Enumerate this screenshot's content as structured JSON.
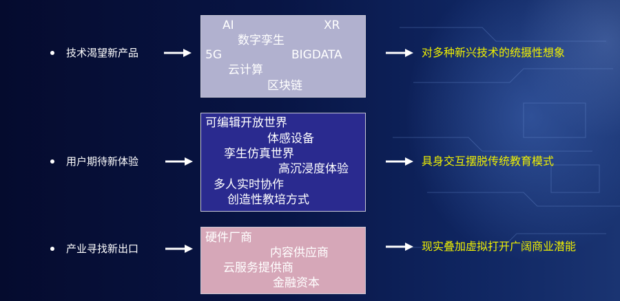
{
  "rows": [
    {
      "label": "技术渴望新产品",
      "keywords": [
        "AI",
        "XR",
        "数字孪生",
        "5G",
        "BIGDATA",
        "云计算",
        "区块链"
      ],
      "result": "对多种新兴技术的统摄性想象"
    },
    {
      "label": "用户期待新体验",
      "keywords": [
        "可编辑开放世界",
        "体感设备",
        "孪生仿真世界",
        "高沉浸度体验",
        "多人实时协作",
        "创造性教培方式"
      ],
      "result": "具身交互摆脱传统教育模式"
    },
    {
      "label": "产业寻找新出口",
      "keywords": [
        "硬件厂商",
        "内容供应商",
        "云服务提供商",
        "金融资本"
      ],
      "result": "现实叠加虚拟打开广阔商业潜能"
    }
  ],
  "colors": {
    "box1": "#b1b1cf",
    "box2": "#2a2a8f",
    "box3": "#d6a7b8",
    "result_text": "#f0f000"
  }
}
